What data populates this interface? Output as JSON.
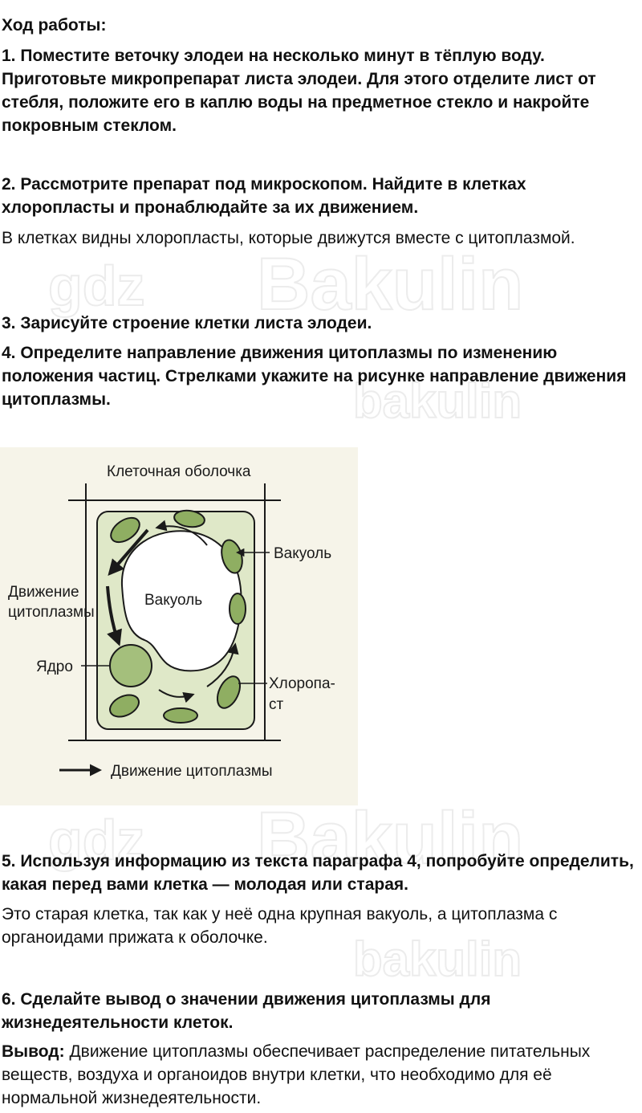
{
  "heading": "Ход работы:",
  "step1": "1. Поместите веточку элодеи на несколько минут в тёплую воду. Приготовьте микропрепарат листа элодеи. Для этого отделите лист от стебля, положите его в каплю воды на предметное стекло и накройте покровным стеклом.",
  "step2": "2. Рассмотрите препарат под микроскопом. Найдите в клетках хлоропласты и пронаблюдайте за их движением.",
  "answer2": "В клетках видны хлоропласты, которые движутся вместе с цитоплазмой.",
  "step3": "3. Зарисуйте строение клетки листа элодеи.",
  "step4": "4. Определите направление движения цитоплазмы по изменению положения частиц. Стрелками укажите на рисунке направление движения цитоплазмы.",
  "figure": {
    "cell_wall_label": "Клеточная оболочка",
    "vacuole_label_right": "Вакуоль",
    "vacuole_label_center": "Вакуоль",
    "movement_label_line1": "Движение",
    "movement_label_line2": "цитоплазмы",
    "nucleus_label": "Ядро",
    "chloroplast_label_line1": "Хлоропа-",
    "chloroplast_label_line2": "ст",
    "legend_label": "Движение цитоплазмы",
    "colors": {
      "background": "#f6f4e9",
      "cytoplasm": "#dfe8c8",
      "vacuole": "#ffffff",
      "organelle": "#8fae62",
      "stroke": "#1a1a1a"
    }
  },
  "step5": "5. Используя информацию из текста параграфа 4, попробуйте определить, какая перед вами клетка — молодая или старая.",
  "answer5": "Это старая клетка, так как у неё одна крупная вакуоль, а цитоплазма с органоидами прижата к оболочке.",
  "step6": "6. Сделайте вывод о значении движения цитоплазмы для жизнедеятельности клеток.",
  "conclusion_label": "Вывод:",
  "conclusion_text": " Движение цитоплазмы обеспечивает распределение питательных веществ, воздуха и органоидов внутри клетки, что необходимо для её нормальной жизнедеятельности.",
  "watermark": {
    "brand_large": "Bakulin",
    "brand_small": "bakulin",
    "site": "gdz"
  }
}
